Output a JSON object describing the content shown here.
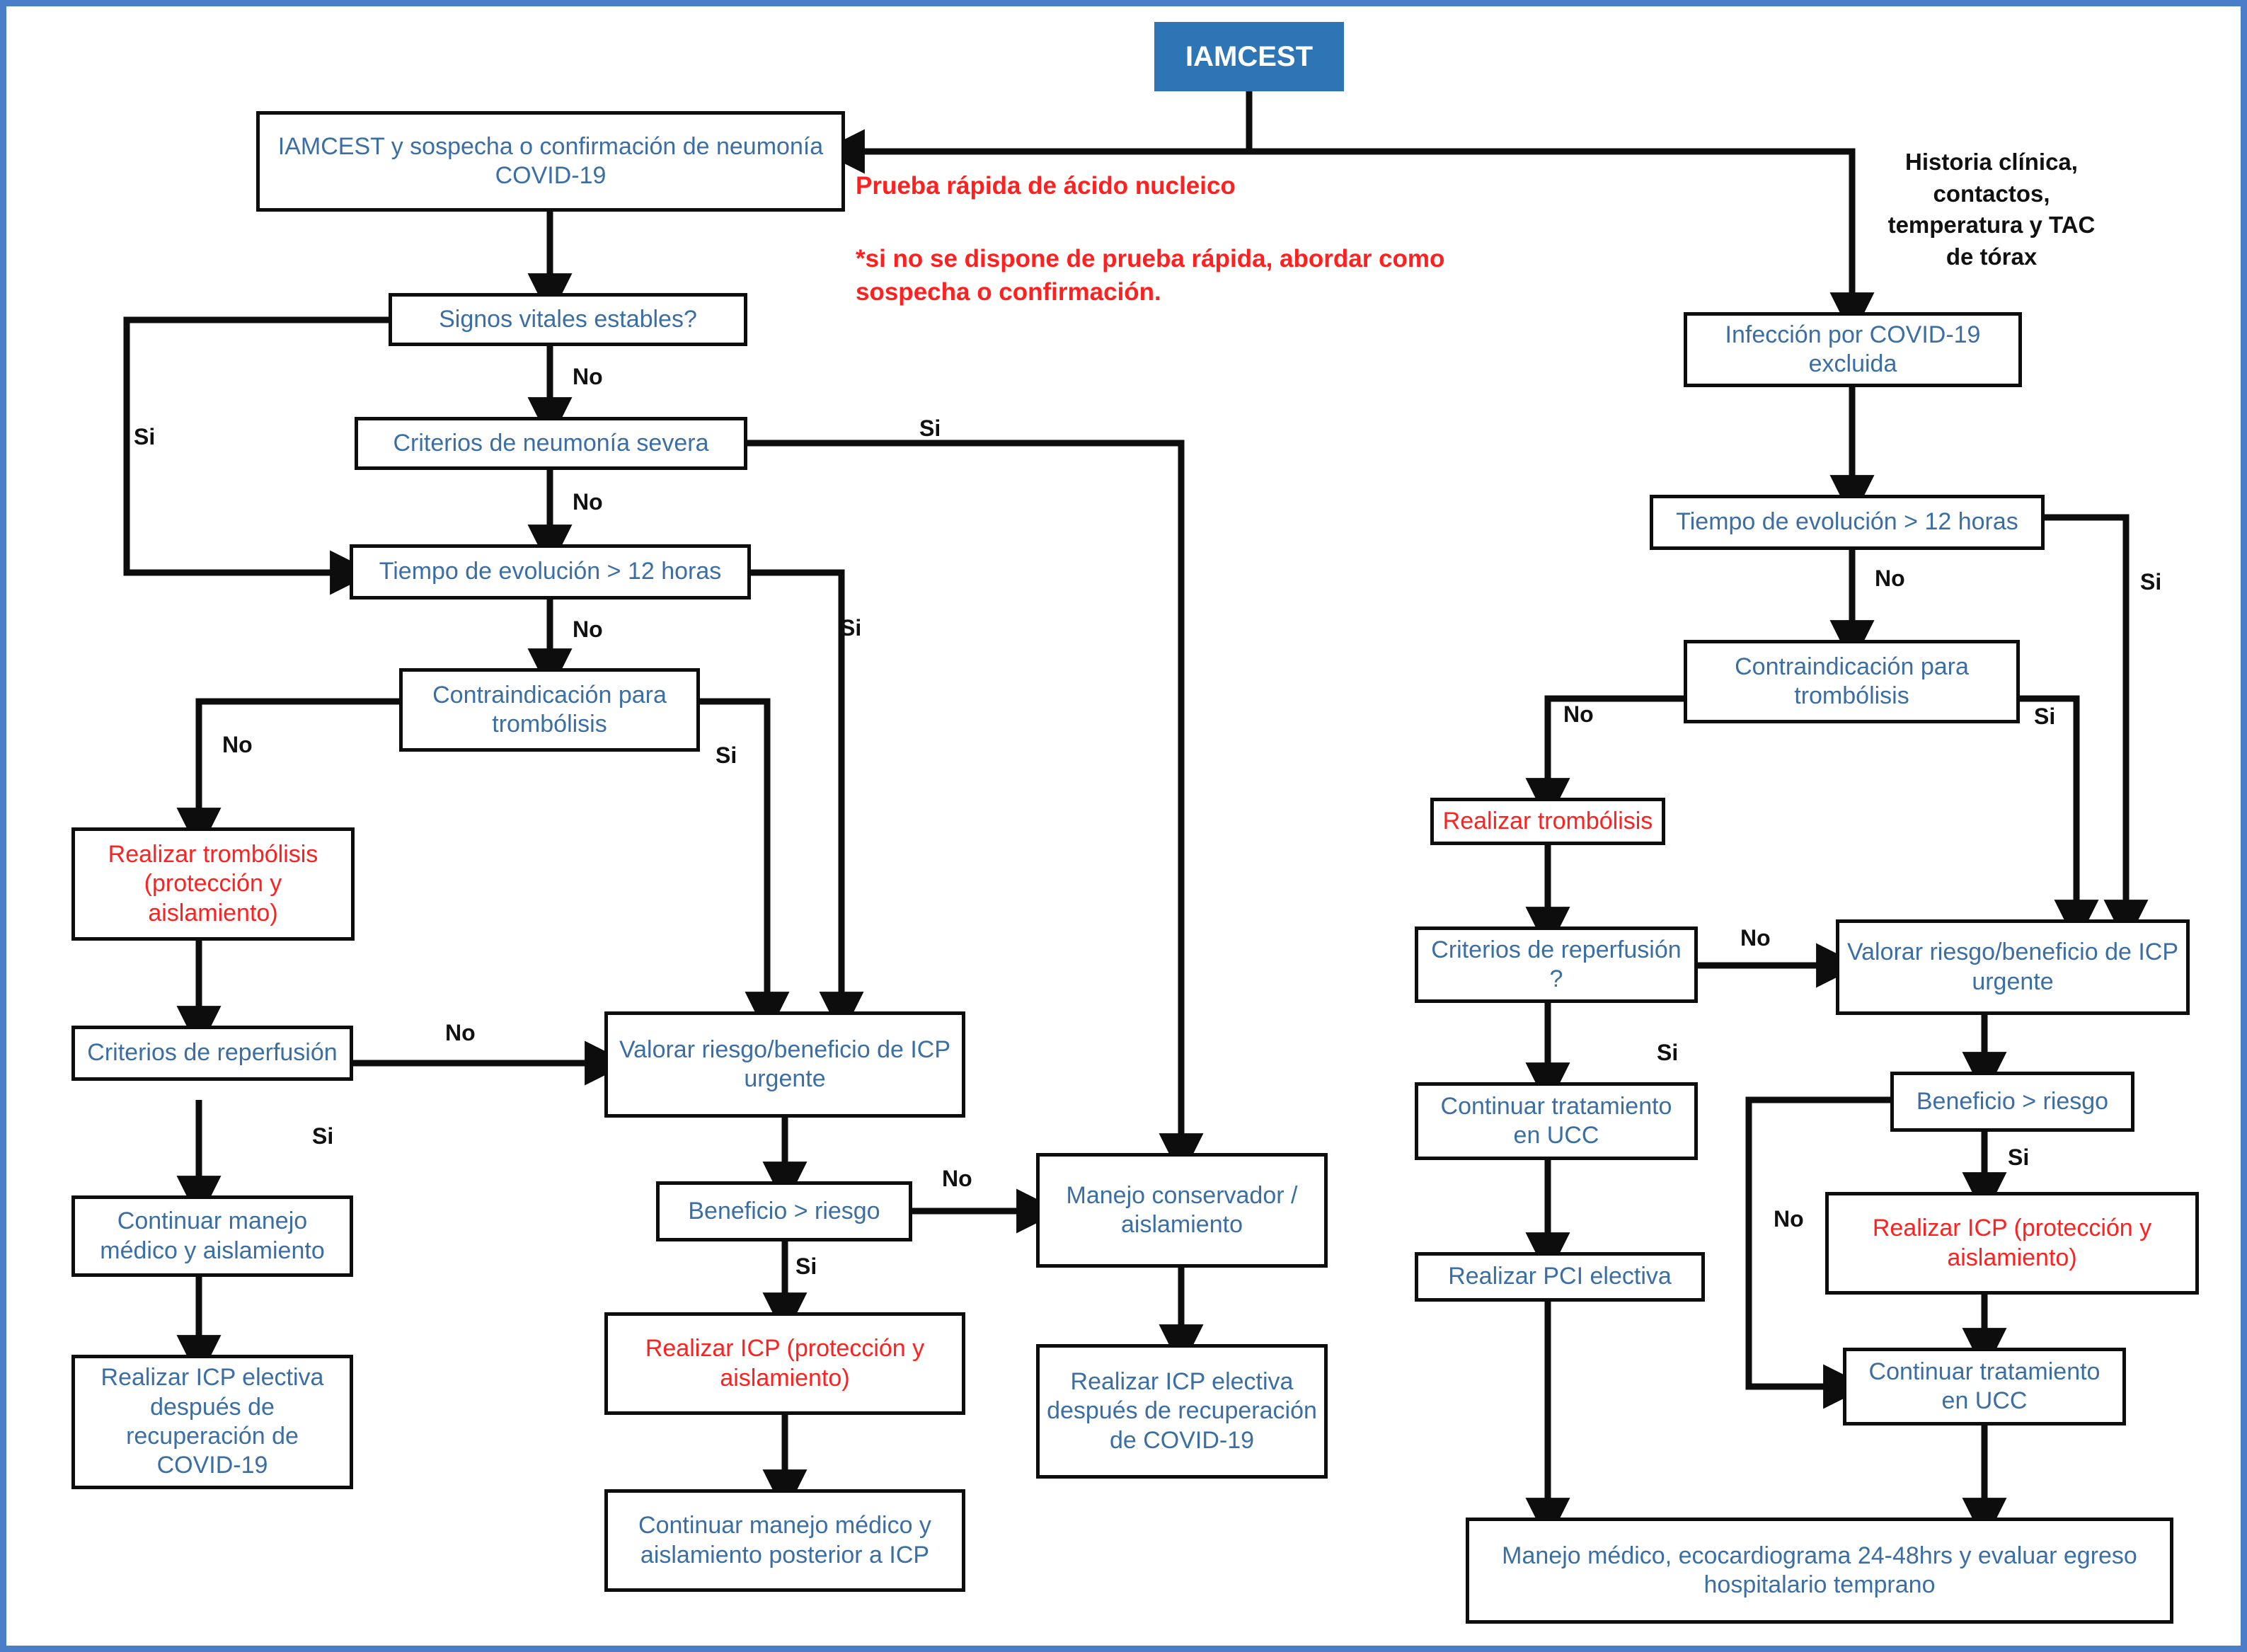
{
  "diagram": {
    "title": "IAMCEST",
    "frame_color": "#4a7ec9",
    "text_color_blue": "#3a6ea5",
    "text_color_red": "#ff2020",
    "title_fill": "#2e75b6"
  },
  "nodes": {
    "root": "IAMCEST",
    "l_covid_susp": "IAMCEST y  sospecha o confirmación de neumonía COVID-19",
    "l_vitals": "Signos vitales estables?",
    "l_severe": "Criterios de neumonía severa",
    "l_time12": "Tiempo de evolución > 12 horas",
    "l_contraind": "Contraindicación para trombólisis",
    "l_thromb": "Realizar trombólisis (protección y aislamiento)",
    "l_reperf": "Criterios de reperfusión",
    "l_contmed": "Continuar manejo médico y aislamiento",
    "l_icp_elect": "Realizar ICP electiva después de recuperación de COVID-19",
    "c_valorar": "Valorar riesgo/beneficio de ICP urgente",
    "c_benefit": "Beneficio > riesgo",
    "c_icp_red": "Realizar ICP (protección y aislamiento)",
    "c_cont_post": "Continuar manejo médico y aislamiento posterior a ICP",
    "c_conserv": "Manejo conservador / aislamiento",
    "c_icp_elect": "Realizar ICP electiva después de recuperación de COVID-19",
    "r_excluded": "Infección por COVID-19 excluida",
    "r_time12": "Tiempo de evolución > 12 horas",
    "r_contraind": "Contraindicación para trombólisis",
    "r_thromb": "Realizar trombólisis",
    "r_reperf": "Criterios de reperfusión ?",
    "r_ucc1": "Continuar tratamiento en UCC",
    "r_pci": "Realizar PCI electiva",
    "r_valorar": "Valorar riesgo/beneficio de ICP urgente",
    "r_benefit": "Beneficio > riesgo",
    "r_icp_red": "Realizar ICP (protección y aislamiento)",
    "r_ucc2": "Continuar tratamiento en UCC",
    "r_final": "Manejo médico,  ecocardiograma 24-48hrs y evaluar egreso hospitalario temprano"
  },
  "annotations": {
    "rapid_test": "Prueba rápida de ácido nucleico",
    "rapid_test_note": "*si no se dispone de prueba rápida, abordar como sospecha o confirmación.",
    "history": "Historia clínica, contactos, temperatura y TAC de tórax"
  },
  "edge_labels": {
    "l_vitals_si": "Si",
    "l_vitals_no": "No",
    "l_severe_si": "Si",
    "l_severe_no": "No",
    "l_time12_si": "Si",
    "l_time12_no": "No",
    "l_contraind_no": "No",
    "l_contraind_si": "Si",
    "l_reperf_no": "No",
    "l_reperf_si": "Si",
    "c_benefit_no": "No",
    "c_benefit_si": "Si",
    "r_time12_no": "No",
    "r_time12_si": "Si",
    "r_contraind_no": "No",
    "r_contraind_si": "Si",
    "r_reperf_no": "No",
    "r_reperf_si": "Si",
    "r_benefit_no": "No",
    "r_benefit_si": "Si"
  }
}
